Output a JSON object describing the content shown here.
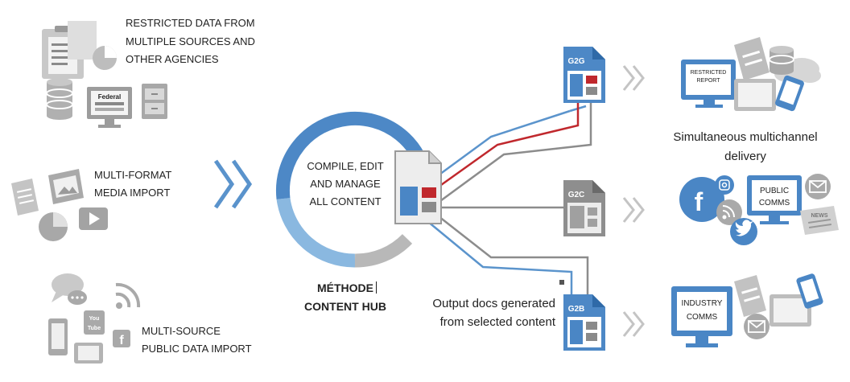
{
  "inputs": {
    "restricted": [
      "RESTRICTED DATA FROM",
      "MULTIPLE SOURCES AND",
      "OTHER AGENCIES"
    ],
    "media": [
      "MULTI-FORMAT",
      "MEDIA IMPORT"
    ],
    "public": [
      "MULTI-SOURCE",
      "PUBLIC DATA IMPORT"
    ],
    "federal_label": "Federal"
  },
  "hub": {
    "center": [
      "COMPILE, EDIT",
      "AND MANAGE",
      "ALL CONTENT"
    ],
    "name": [
      "MÉTHODE",
      "CONTENT HUB"
    ]
  },
  "outputs": {
    "docs_caption": [
      "Output docs generated",
      "from selected content"
    ],
    "g2g": "G2G",
    "g2c": "G2C",
    "g2b": "G2B"
  },
  "delivery": {
    "caption": [
      "Simultaneous multichannel",
      "delivery"
    ],
    "restricted_report": [
      "RESTRICTED",
      "REPORT"
    ],
    "public_comms": [
      "PUBLIC",
      "COMMS"
    ],
    "industry_comms": [
      "INDUSTRY",
      "COMMS"
    ],
    "news": "NEWS"
  },
  "colors": {
    "blue": "#4a86c5",
    "light_blue": "#7fb0da",
    "red": "#c0282d",
    "gray": "#8a8a8a",
    "light_gray": "#c9c9c9",
    "icon_gray": "#b5b5b5"
  }
}
